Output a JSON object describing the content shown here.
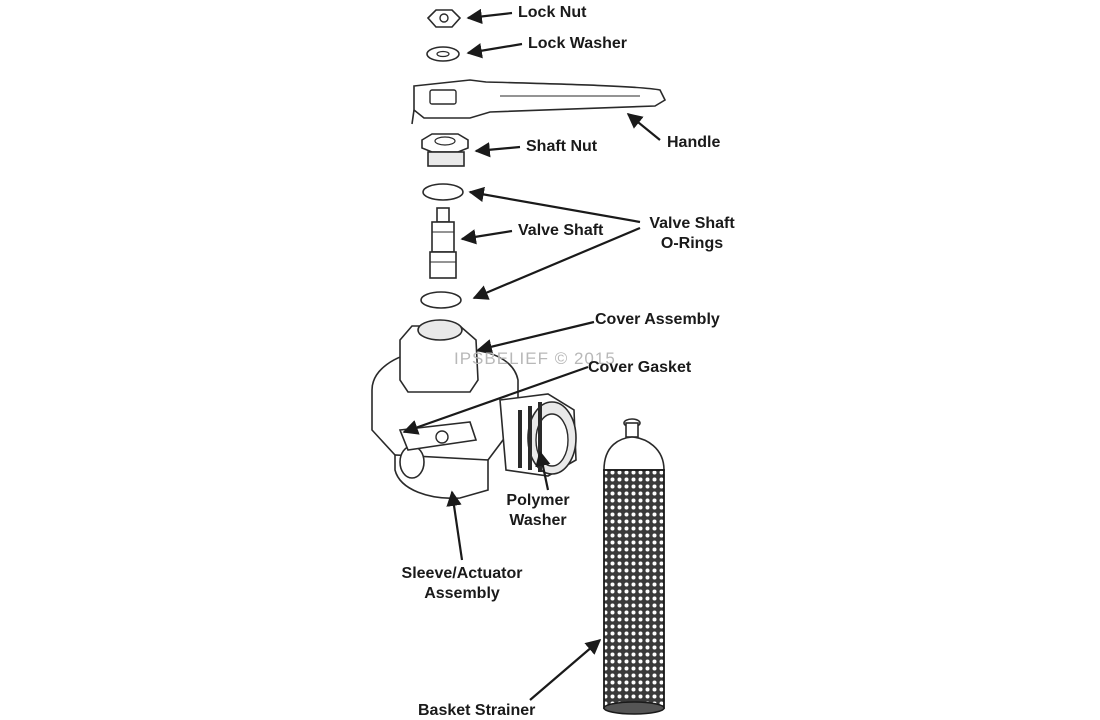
{
  "labels": {
    "lock_nut": "Lock Nut",
    "lock_washer": "Lock Washer",
    "handle": "Handle",
    "shaft_nut": "Shaft Nut",
    "valve_shaft": "Valve Shaft",
    "valve_shaft_orings_1": "Valve Shaft",
    "valve_shaft_orings_2": "O-Rings",
    "cover_assembly": "Cover Assembly",
    "cover_gasket": "Cover Gasket",
    "polymer_washer_1": "Polymer",
    "polymer_washer_2": "Washer",
    "sleeve_actuator_1": "Sleeve/Actuator",
    "sleeve_actuator_2": "Assembly",
    "basket_strainer": "Basket Strainer"
  },
  "watermark": "IPSBELIEF © 2015",
  "colors": {
    "ink": "#1a1a1a",
    "background": "#ffffff",
    "watermark": "#b8b8b8"
  }
}
